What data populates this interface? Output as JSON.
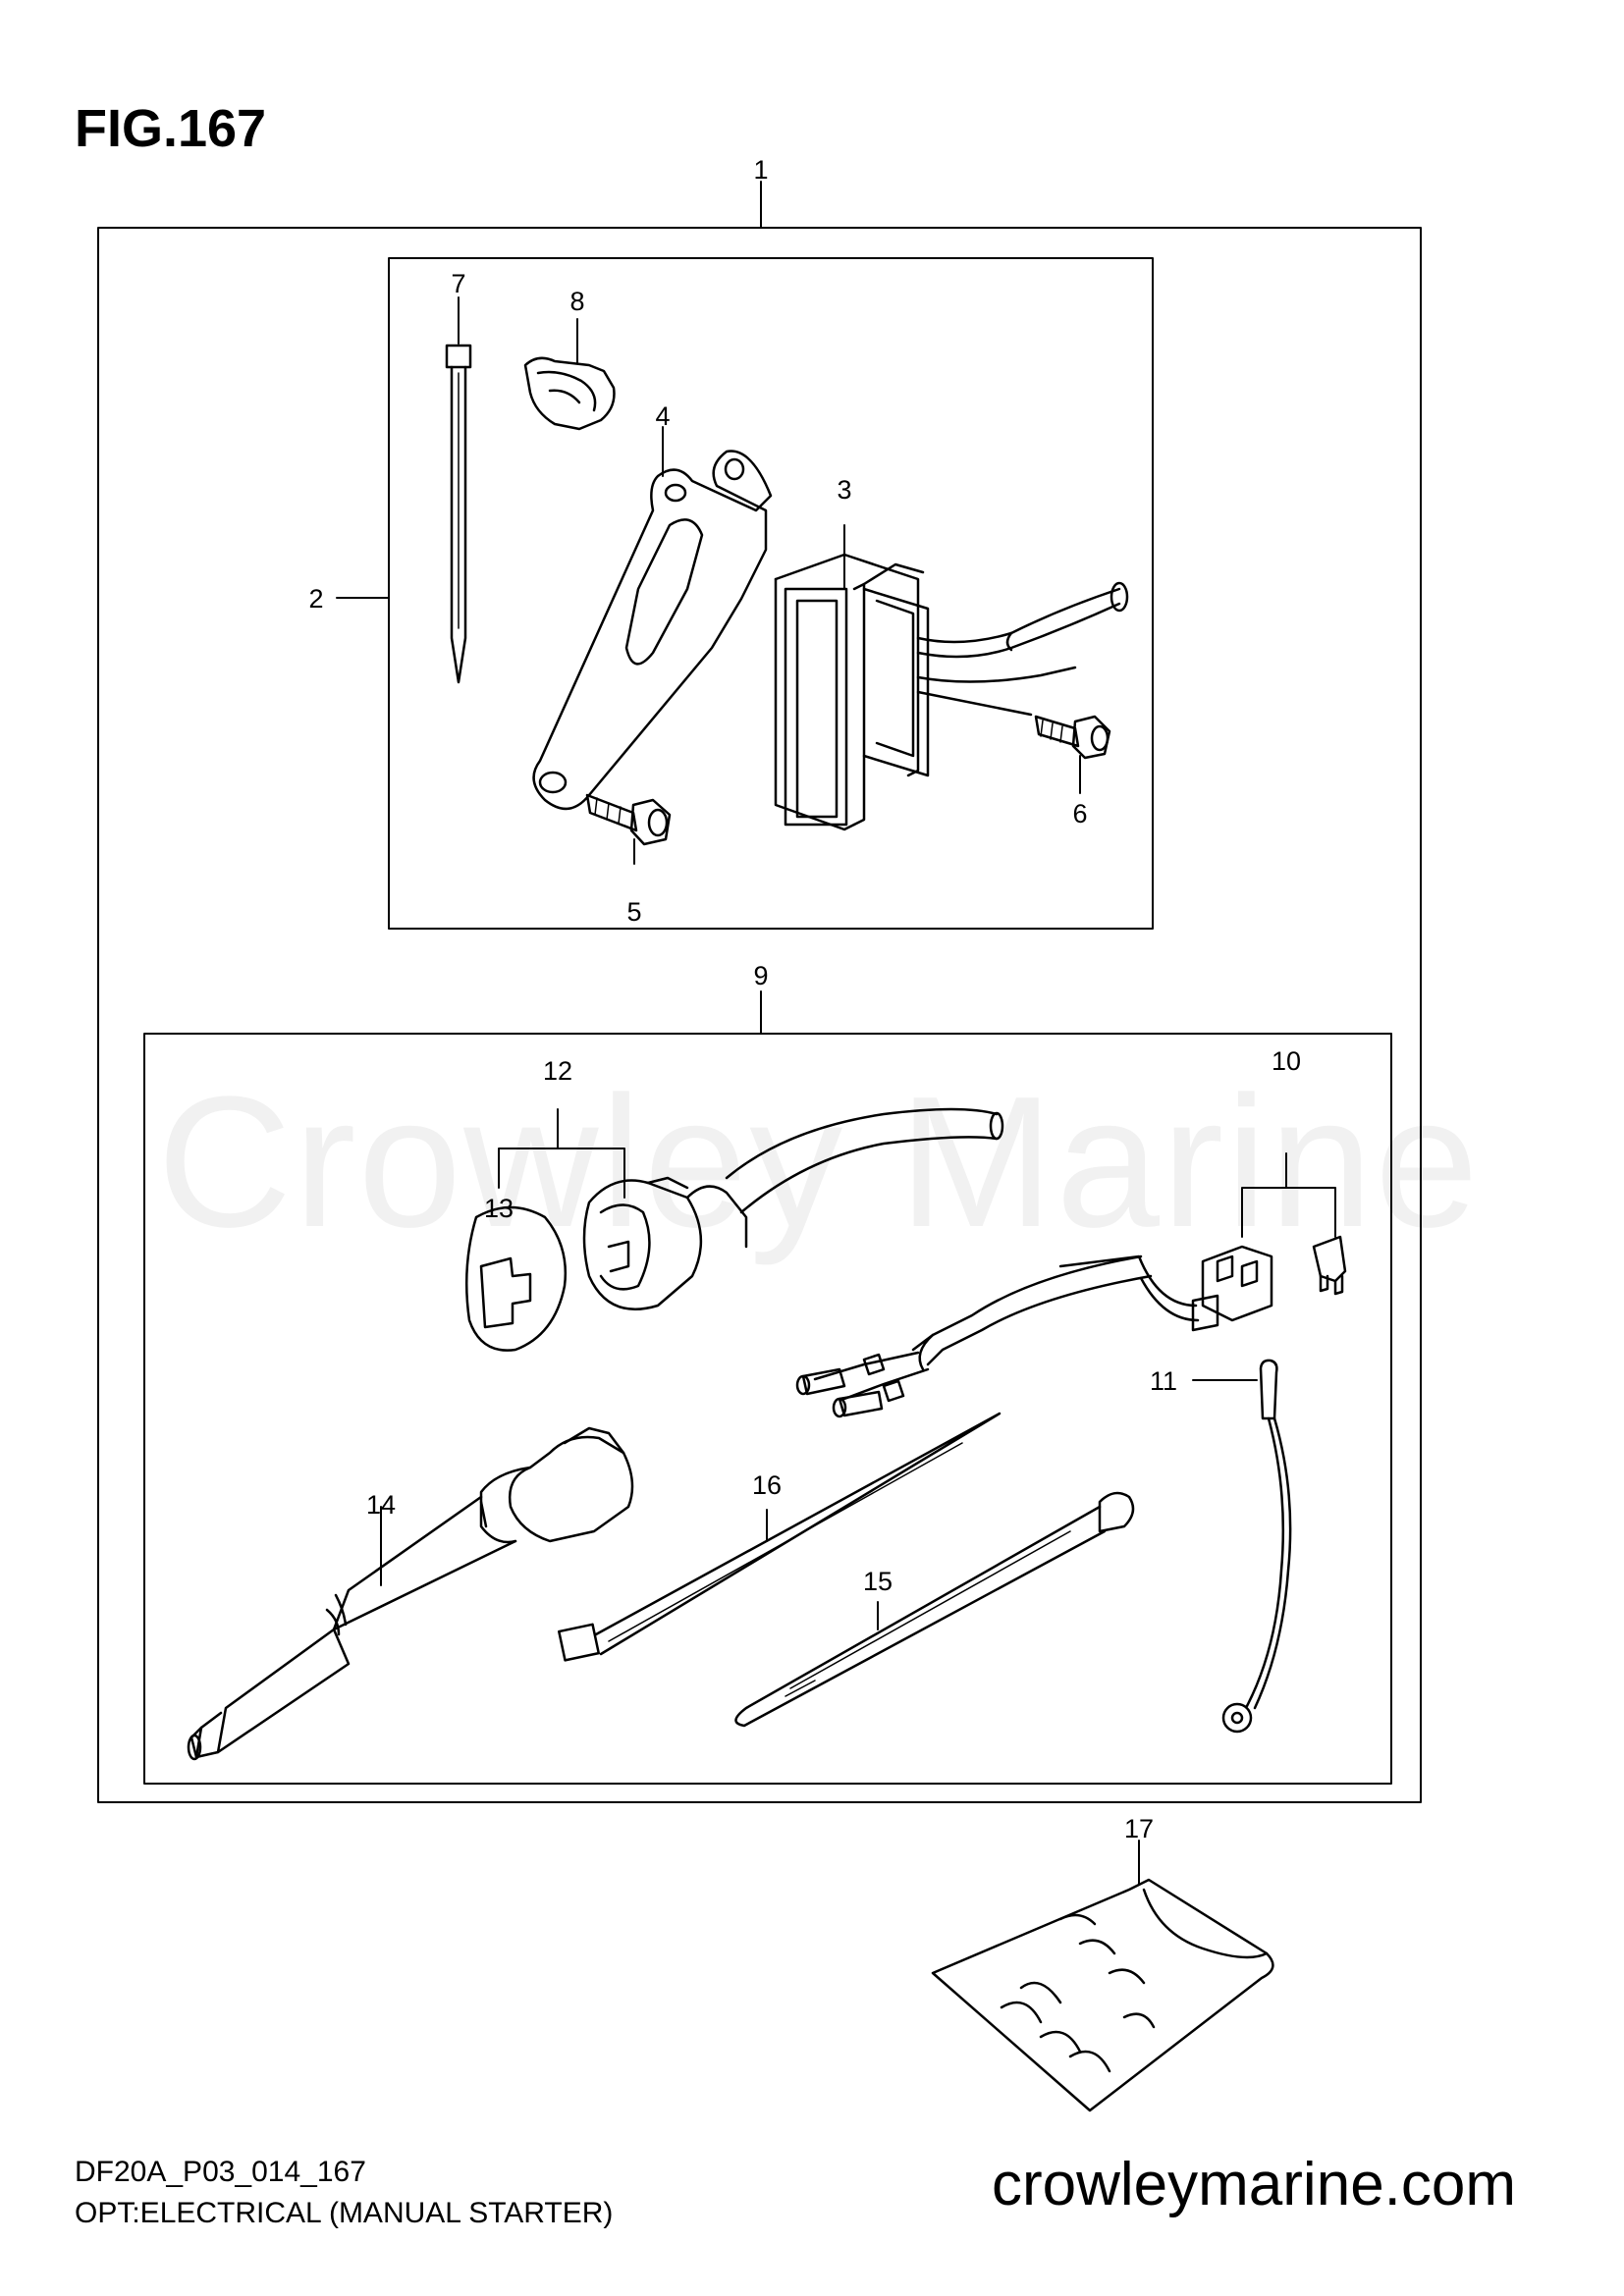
{
  "header": {
    "figure_label": "FIG.167"
  },
  "watermark": {
    "text": "Crowley Marine"
  },
  "footer": {
    "model_code": "DF20A_P03_014_167",
    "caption": "OPT:ELECTRICAL (MANUAL STARTER)",
    "website": "crowleymarine.com"
  },
  "callouts": [
    {
      "id": "c1",
      "label": "1"
    },
    {
      "id": "c2",
      "label": "2"
    },
    {
      "id": "c3",
      "label": "3"
    },
    {
      "id": "c4",
      "label": "4"
    },
    {
      "id": "c5",
      "label": "5"
    },
    {
      "id": "c6",
      "label": "6"
    },
    {
      "id": "c7",
      "label": "7"
    },
    {
      "id": "c8",
      "label": "8"
    },
    {
      "id": "c9",
      "label": "9"
    },
    {
      "id": "c10",
      "label": "10"
    },
    {
      "id": "c11",
      "label": "11"
    },
    {
      "id": "c12",
      "label": "12"
    },
    {
      "id": "c13",
      "label": "13"
    },
    {
      "id": "c14",
      "label": "14"
    },
    {
      "id": "c15",
      "label": "15"
    },
    {
      "id": "c16",
      "label": "16"
    },
    {
      "id": "c17",
      "label": "17"
    }
  ],
  "colors": {
    "line": "#000000",
    "watermark": "#f1f1f1",
    "background": "#ffffff"
  }
}
